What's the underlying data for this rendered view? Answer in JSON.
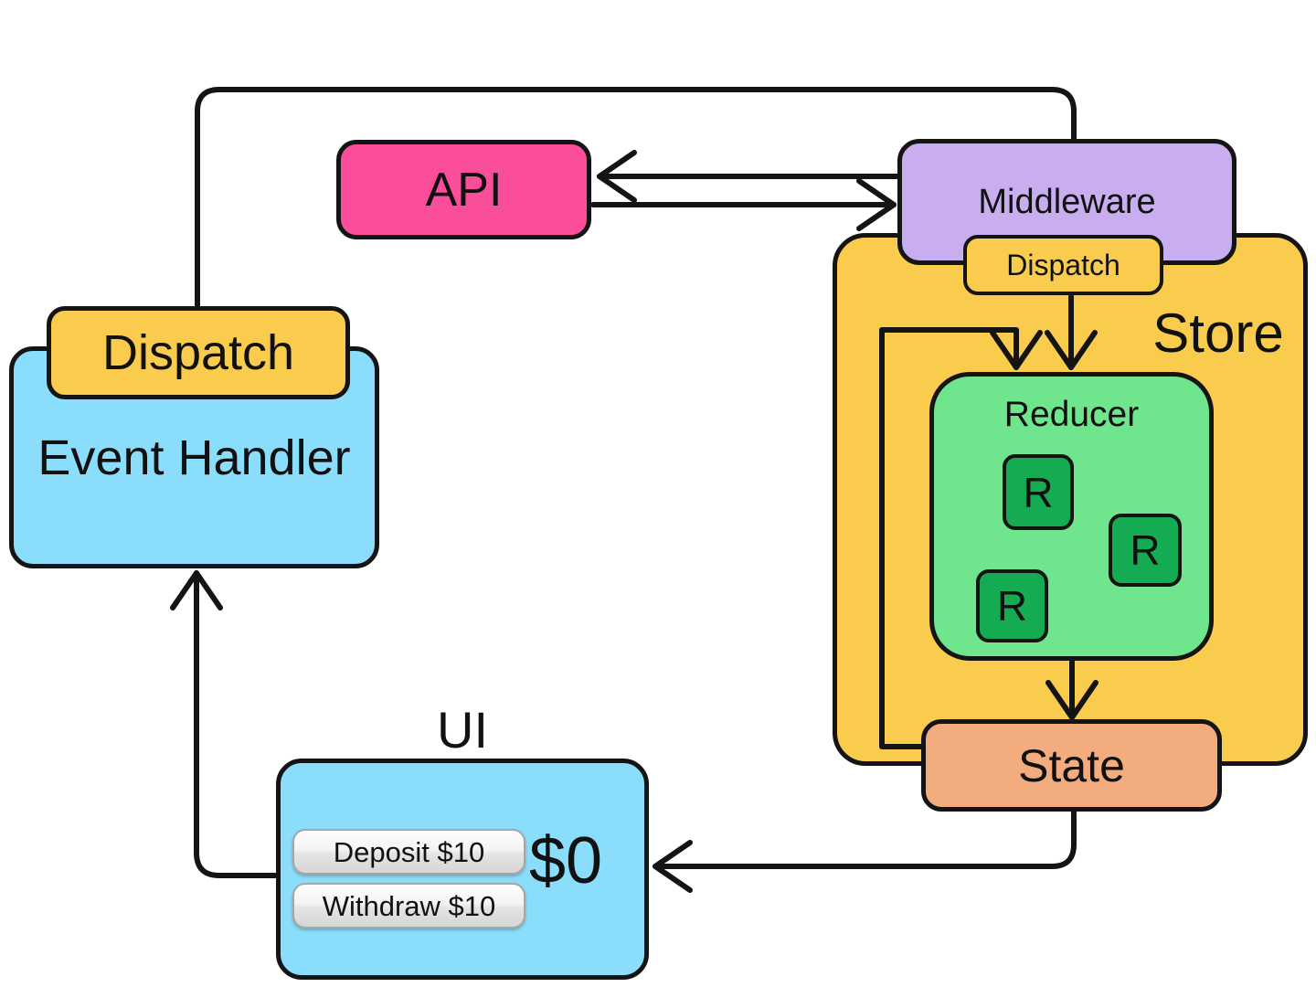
{
  "nodes": {
    "api": {
      "label": "API",
      "color": "#FA4D9A"
    },
    "middleware": {
      "label": "Middleware",
      "color": "#C8AEEF"
    },
    "store": {
      "label": "Store",
      "color": "#FACC4D"
    },
    "store_dispatch": {
      "label": "Dispatch",
      "color": "#FACC4D"
    },
    "reducer": {
      "label": "Reducer",
      "color": "#6FE58D",
      "r_color": "#15AB52",
      "r_items": [
        "R",
        "R",
        "R"
      ]
    },
    "state": {
      "label": "State",
      "color": "#F2AC7E"
    },
    "event_handler": {
      "label": "Event Handler",
      "color": "#8BDEFB"
    },
    "event_dispatch": {
      "label": "Dispatch",
      "color": "#FACC4D"
    },
    "ui": {
      "label": "UI",
      "color": "#8BDEFB",
      "balance": "$0",
      "buttons": [
        {
          "label": "Deposit $10"
        },
        {
          "label": "Withdraw $10"
        }
      ]
    },
    "line_color": "#141414"
  }
}
